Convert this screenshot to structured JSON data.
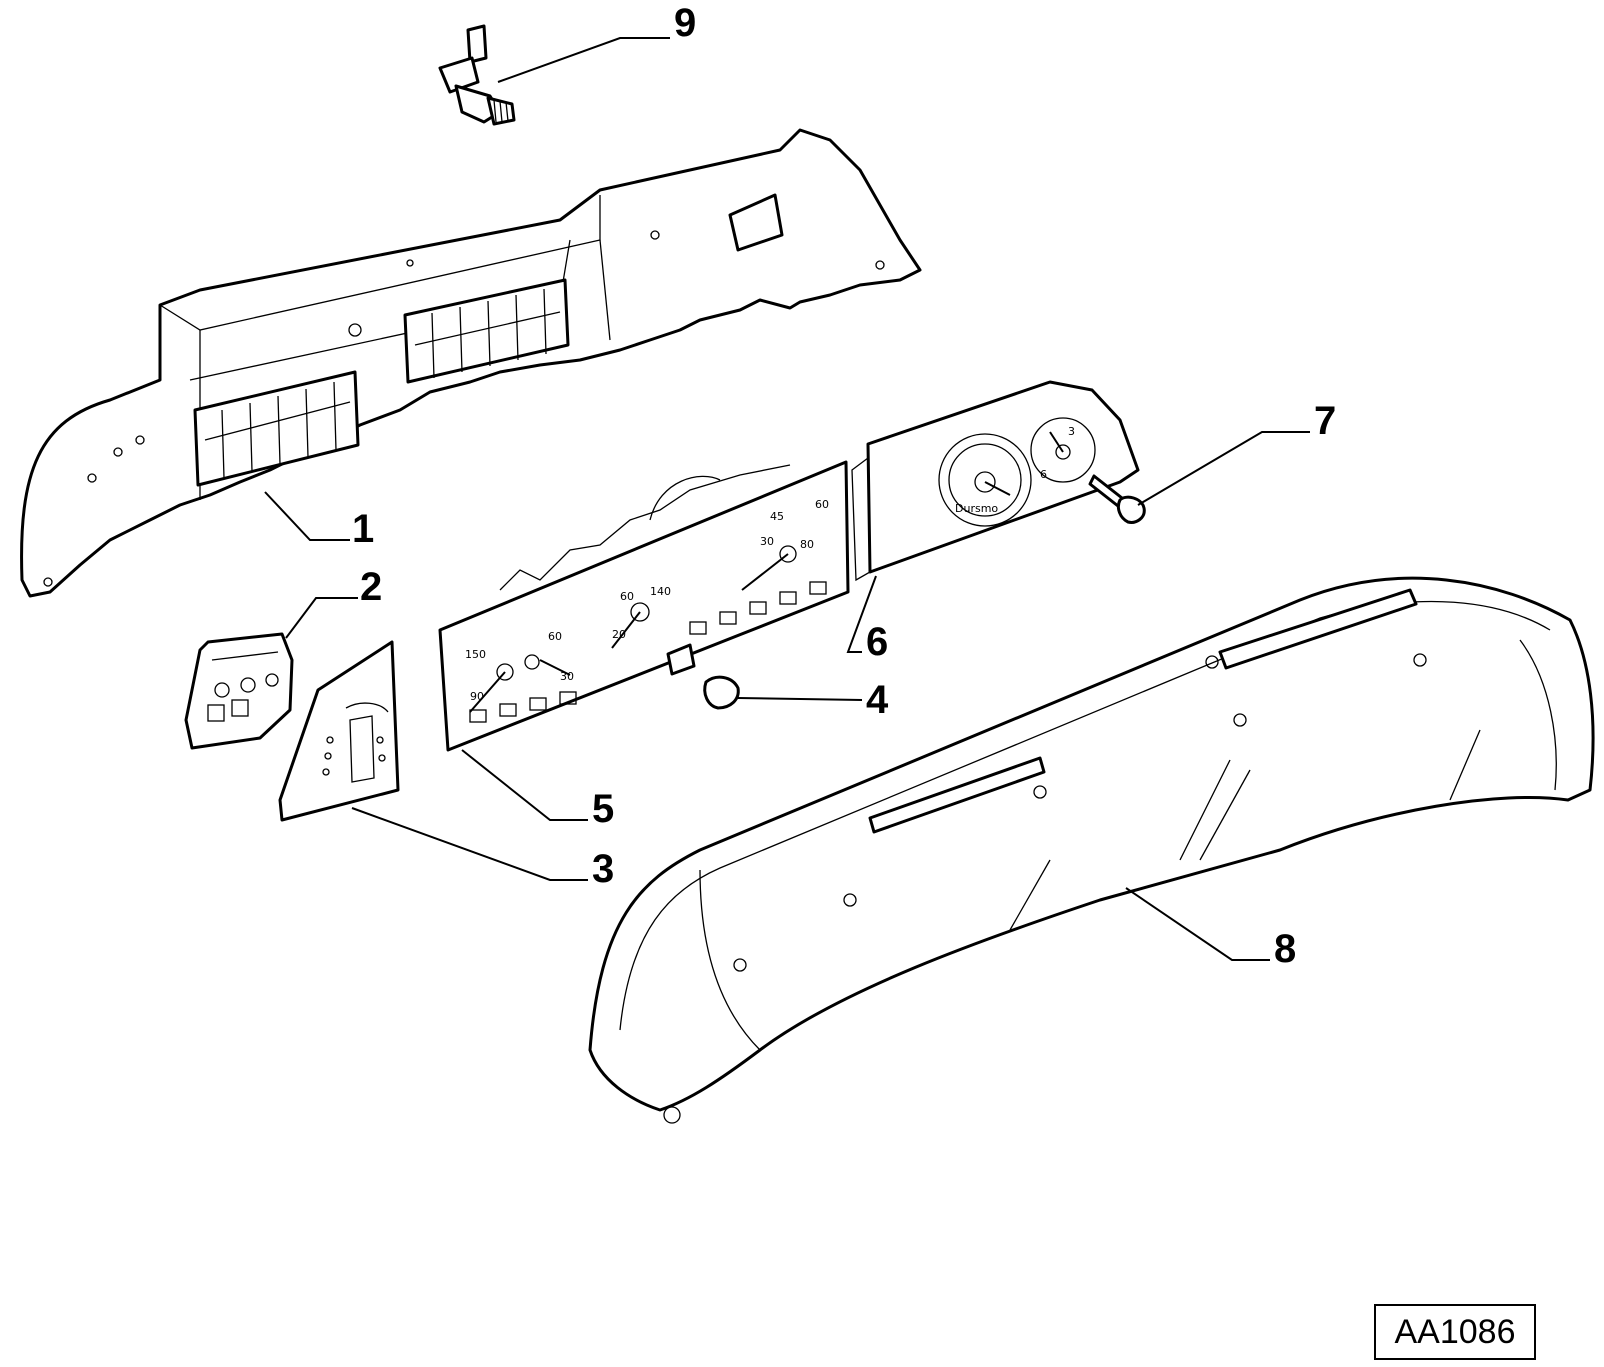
{
  "diagram": {
    "reference_code": "AA1086",
    "callouts": [
      "1",
      "2",
      "3",
      "4",
      "5",
      "6",
      "7",
      "8",
      "9"
    ]
  }
}
